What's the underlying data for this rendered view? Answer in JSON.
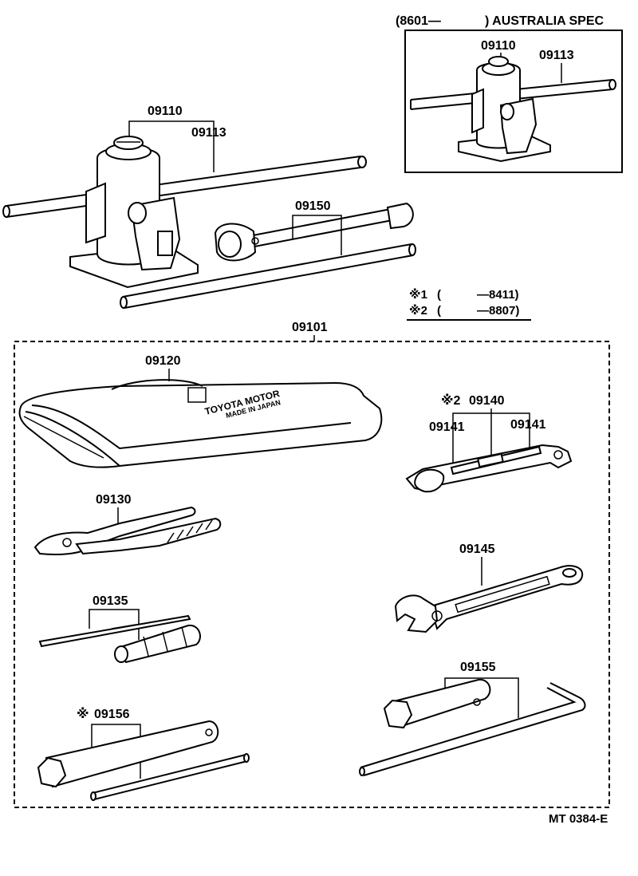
{
  "header": {
    "australia_code": "(8601—",
    "australia_spec": ") AUSTRALIA  SPEC"
  },
  "parts": {
    "jack_main": "09110",
    "jack_handle_main": "09113",
    "jack_aus": "09110",
    "jack_handle_aus": "09113",
    "lug_wrench": "09150",
    "tool_set": "09101",
    "tool_bag": "09120",
    "wrench_set": "09140",
    "wrench_set_mark": "※2",
    "wrench_left": "09141",
    "wrench_right": "09141",
    "pliers": "09130",
    "adjustable_wrench": "09145",
    "screwdriver": "09135",
    "plug_wrench": "09155",
    "socket_wrench": "09156",
    "socket_wrench_mark": "※"
  },
  "notes": {
    "note1_mark": "※1",
    "note1_open": "(",
    "note1_range": "—8411)",
    "note2_mark": "※2",
    "note2_open": "(",
    "note2_range": "—8807)"
  },
  "bag_print": {
    "brand": "TOYOTA MOTOR",
    "origin": "MADE IN JAPAN"
  },
  "footer": {
    "ref": "MT 0384-E"
  }
}
